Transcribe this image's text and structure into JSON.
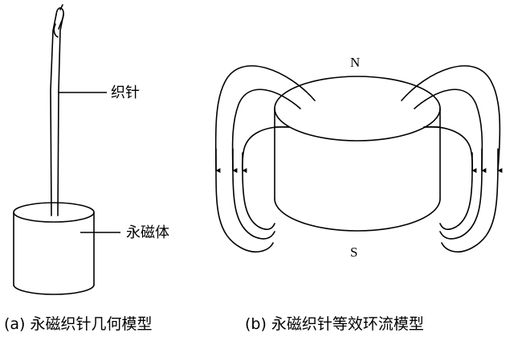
{
  "panel_a": {
    "needle_label": "织针",
    "magnet_label": "永磁体",
    "caption": "(a) 永磁织针几何模型"
  },
  "panel_b": {
    "north_label": "N",
    "south_label": "S",
    "caption": "(b) 永磁织针等效环流模型"
  }
}
